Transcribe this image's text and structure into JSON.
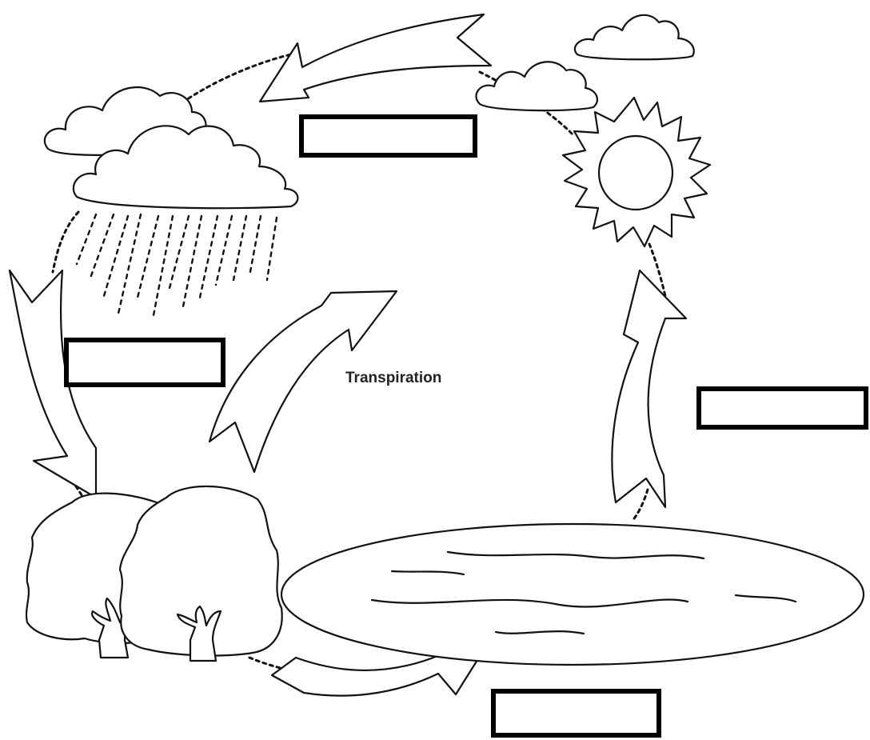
{
  "labels": {
    "transpiration": "Transpiration"
  },
  "answer_boxes": [
    {
      "id": "top",
      "value": ""
    },
    {
      "id": "left",
      "value": ""
    },
    {
      "id": "right",
      "value": ""
    },
    {
      "id": "bottom",
      "value": ""
    }
  ],
  "colors": {
    "ink": "#111111",
    "background": "#ffffff"
  }
}
